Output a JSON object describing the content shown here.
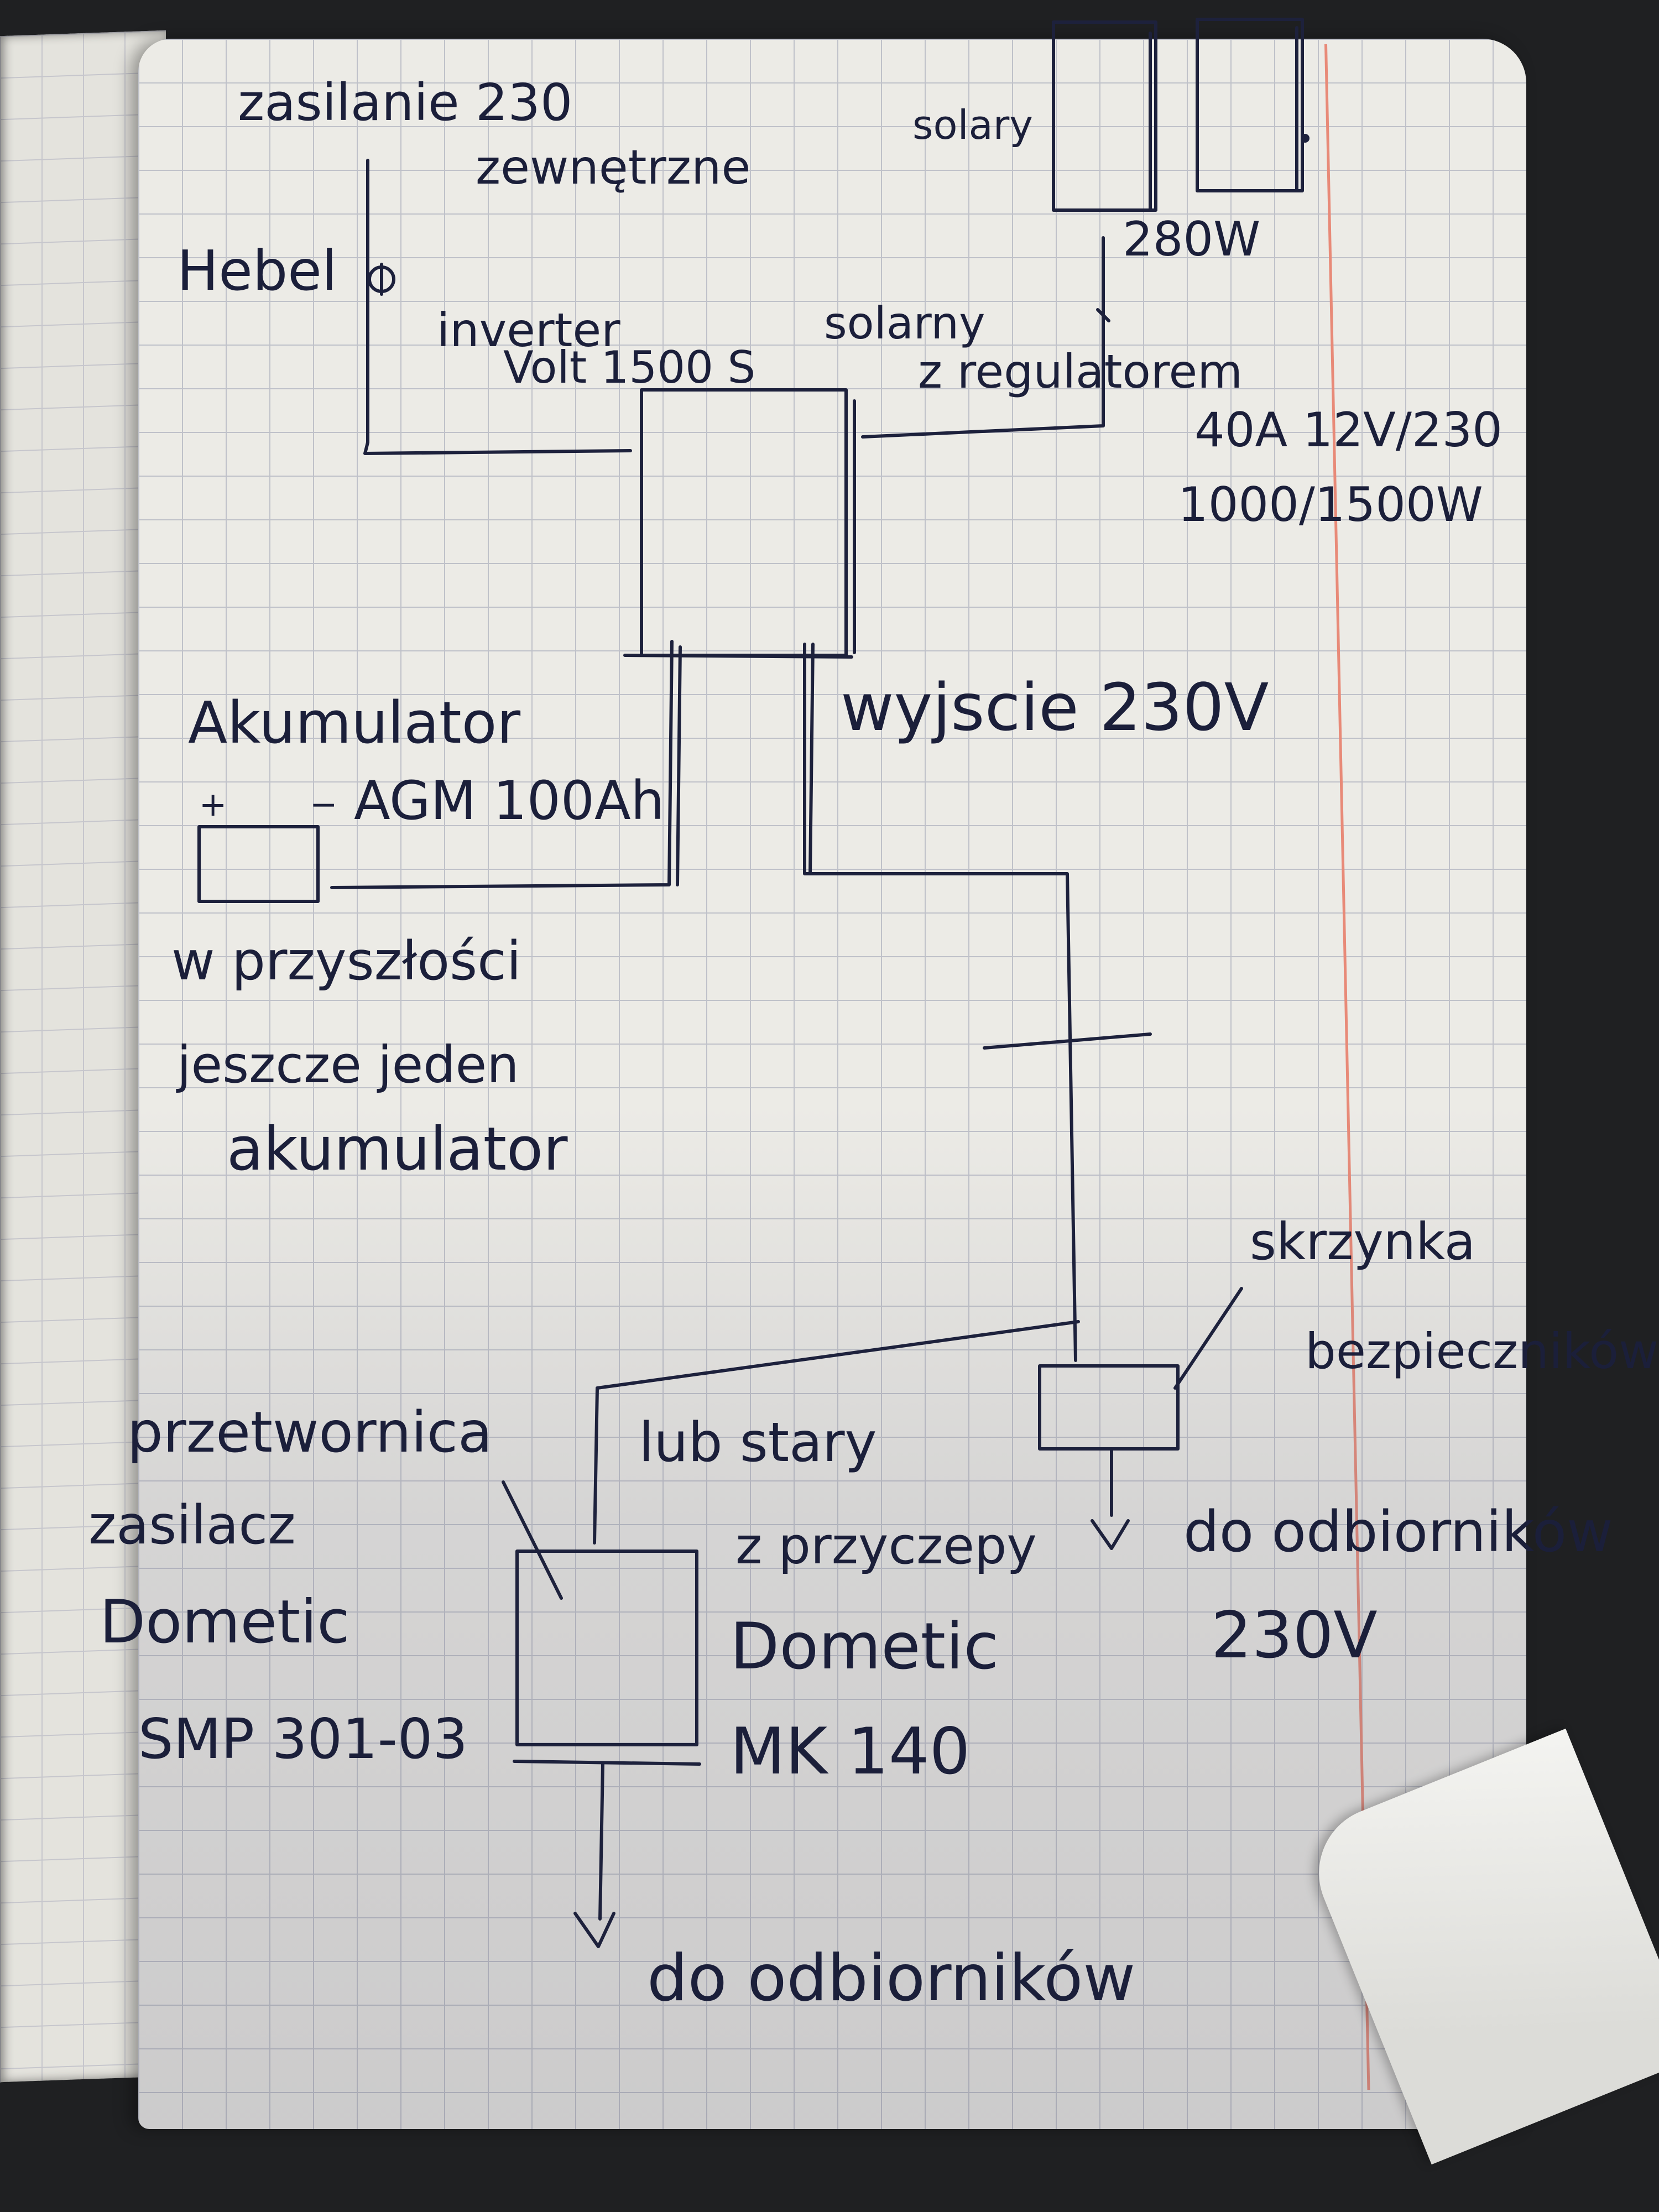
{
  "sketch": {
    "mains_label_1": "zasilanie 230",
    "mains_label_2": "zewnętrzne",
    "switch_label": "Hebel",
    "solar_label": "solary",
    "solar_power": "280W",
    "inverter_label_1": "inverter",
    "inverter_label_2": "Volt 1500 S",
    "regulator_label_1": "solarny",
    "regulator_label_2": "z regulatorem",
    "inverter_specs_1": "40A 12V/230",
    "inverter_specs_2": "1000/1500W",
    "output_label": "wyjscie 230V",
    "battery_label": "Akumulator",
    "battery_plus": "+",
    "battery_minus": "−",
    "battery_type": "AGM 100Ah",
    "future_note_1": "w przyszłości",
    "future_note_2": "jeszcze jeden",
    "future_note_3": "akumulator",
    "fuse_label_1": "skrzynka",
    "fuse_label_2": "bezpieczników",
    "converter_label_1": "przetwornica",
    "converter_label_2": "zasilacz",
    "converter_label_3": "Dometic",
    "converter_model": "SMP 301-03",
    "alt_note": "lub stary",
    "alt_note_2": "z przyczepy",
    "alt_brand": "Dometic",
    "alt_model": "MK 140",
    "to_consumers_230": "do odbiorników",
    "to_consumers_230_voltage": "230V",
    "to_consumers_12": "do odbiorników"
  }
}
